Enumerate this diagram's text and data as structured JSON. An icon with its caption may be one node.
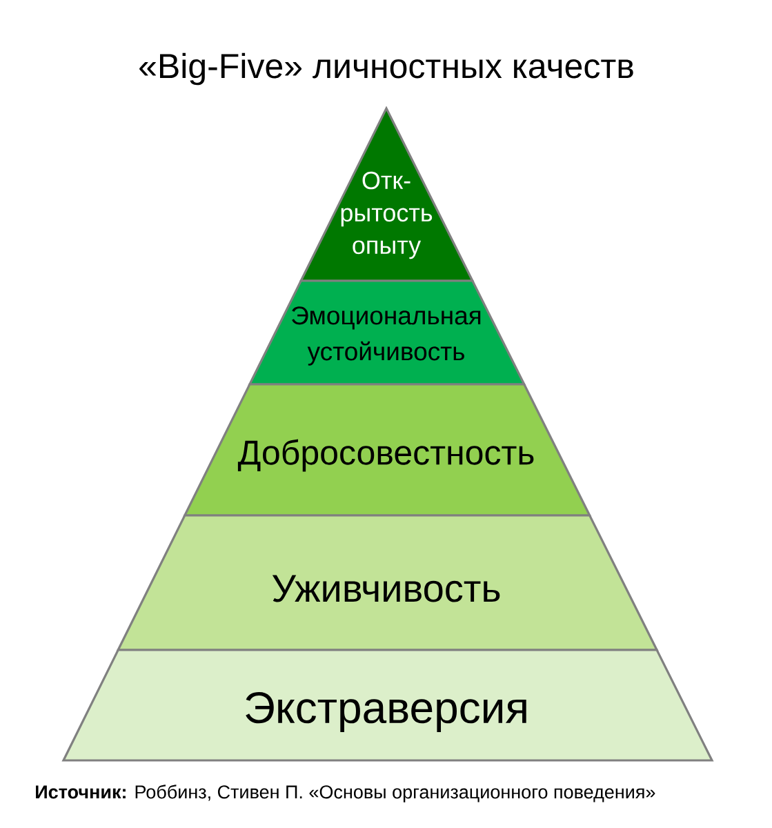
{
  "diagram": {
    "title": "«Big-Five» личностных качеств",
    "caption": "**Источник:** Роббинз, Стивен П. «Основы организационного поведения»",
    "nodes": [
      {
        "text": [
          "Отк-рытость опыту"
        ]
      },
      {
        "text": [
          "Эмоциональная устойчивость"
        ]
      },
      {
        "text": [
          "Добросовестность"
        ]
      },
      {
        "text": [
          "Уживчивость"
        ]
      },
      {
        "text": [
          "Экстраверсия"
        ]
      }
    ]
  }
}
